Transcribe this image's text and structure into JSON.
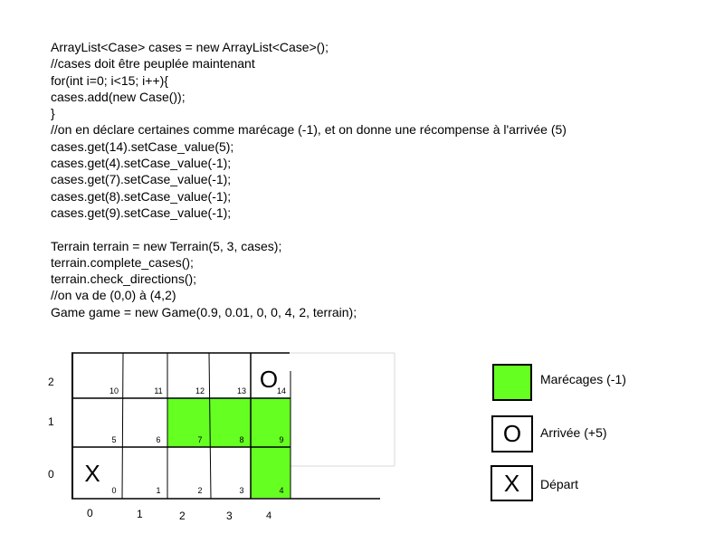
{
  "code_lines": [
    "ArrayList<Case> cases = new ArrayList<Case>();",
    "//cases doit être peuplée maintenant",
    "for(int i=0; i<15; i++){",
    "cases.add(new Case());",
    "}",
    "//on en déclare certaines comme marécage (-1), et on donne une récompense à l'arrivée (5)",
    "cases.get(14).setCase_value(5);",
    "cases.get(4).setCase_value(-1);",
    "cases.get(7).setCase_value(-1);",
    "cases.get(8).setCase_value(-1);",
    "cases.get(9).setCase_value(-1);",
    "",
    "Terrain terrain = new Terrain(5, 3, cases);",
    "terrain.complete_cases();",
    "terrain.check_directions();",
    "//on va de (0,0) à (4,2)",
    "Game game = new Game(0.9, 0.01, 0, 0, 4, 2, terrain);"
  ],
  "grid": {
    "y_labels": [
      "2",
      "1",
      "0"
    ],
    "x_labels": [
      "0",
      "1",
      "2",
      "3",
      "4"
    ],
    "cells": [
      {
        "index": "10",
        "col": 0,
        "row": 2,
        "marsh": false,
        "mark": ""
      },
      {
        "index": "11",
        "col": 1,
        "row": 2,
        "marsh": false,
        "mark": ""
      },
      {
        "index": "12",
        "col": 2,
        "row": 2,
        "marsh": false,
        "mark": ""
      },
      {
        "index": "13",
        "col": 3,
        "row": 2,
        "marsh": false,
        "mark": ""
      },
      {
        "index": "14",
        "col": 4,
        "row": 2,
        "marsh": false,
        "mark": "O"
      },
      {
        "index": "5",
        "col": 0,
        "row": 1,
        "marsh": false,
        "mark": ""
      },
      {
        "index": "6",
        "col": 1,
        "row": 1,
        "marsh": false,
        "mark": ""
      },
      {
        "index": "7",
        "col": 2,
        "row": 1,
        "marsh": true,
        "mark": ""
      },
      {
        "index": "8",
        "col": 3,
        "row": 1,
        "marsh": true,
        "mark": ""
      },
      {
        "index": "9",
        "col": 4,
        "row": 1,
        "marsh": true,
        "mark": ""
      },
      {
        "index": "0",
        "col": 0,
        "row": 0,
        "marsh": false,
        "mark": "X"
      },
      {
        "index": "1",
        "col": 1,
        "row": 0,
        "marsh": false,
        "mark": ""
      },
      {
        "index": "2",
        "col": 2,
        "row": 0,
        "marsh": false,
        "mark": ""
      },
      {
        "index": "3",
        "col": 3,
        "row": 0,
        "marsh": false,
        "mark": ""
      },
      {
        "index": "4",
        "col": 4,
        "row": 0,
        "marsh": true,
        "mark": ""
      }
    ],
    "marsh_color": "#66ff22"
  },
  "legend": {
    "marsh_label": "Marécages (-1)",
    "arrival_symbol": "O",
    "arrival_label": "Arrivée (+5)",
    "start_symbol": "X",
    "start_label": "Départ"
  }
}
